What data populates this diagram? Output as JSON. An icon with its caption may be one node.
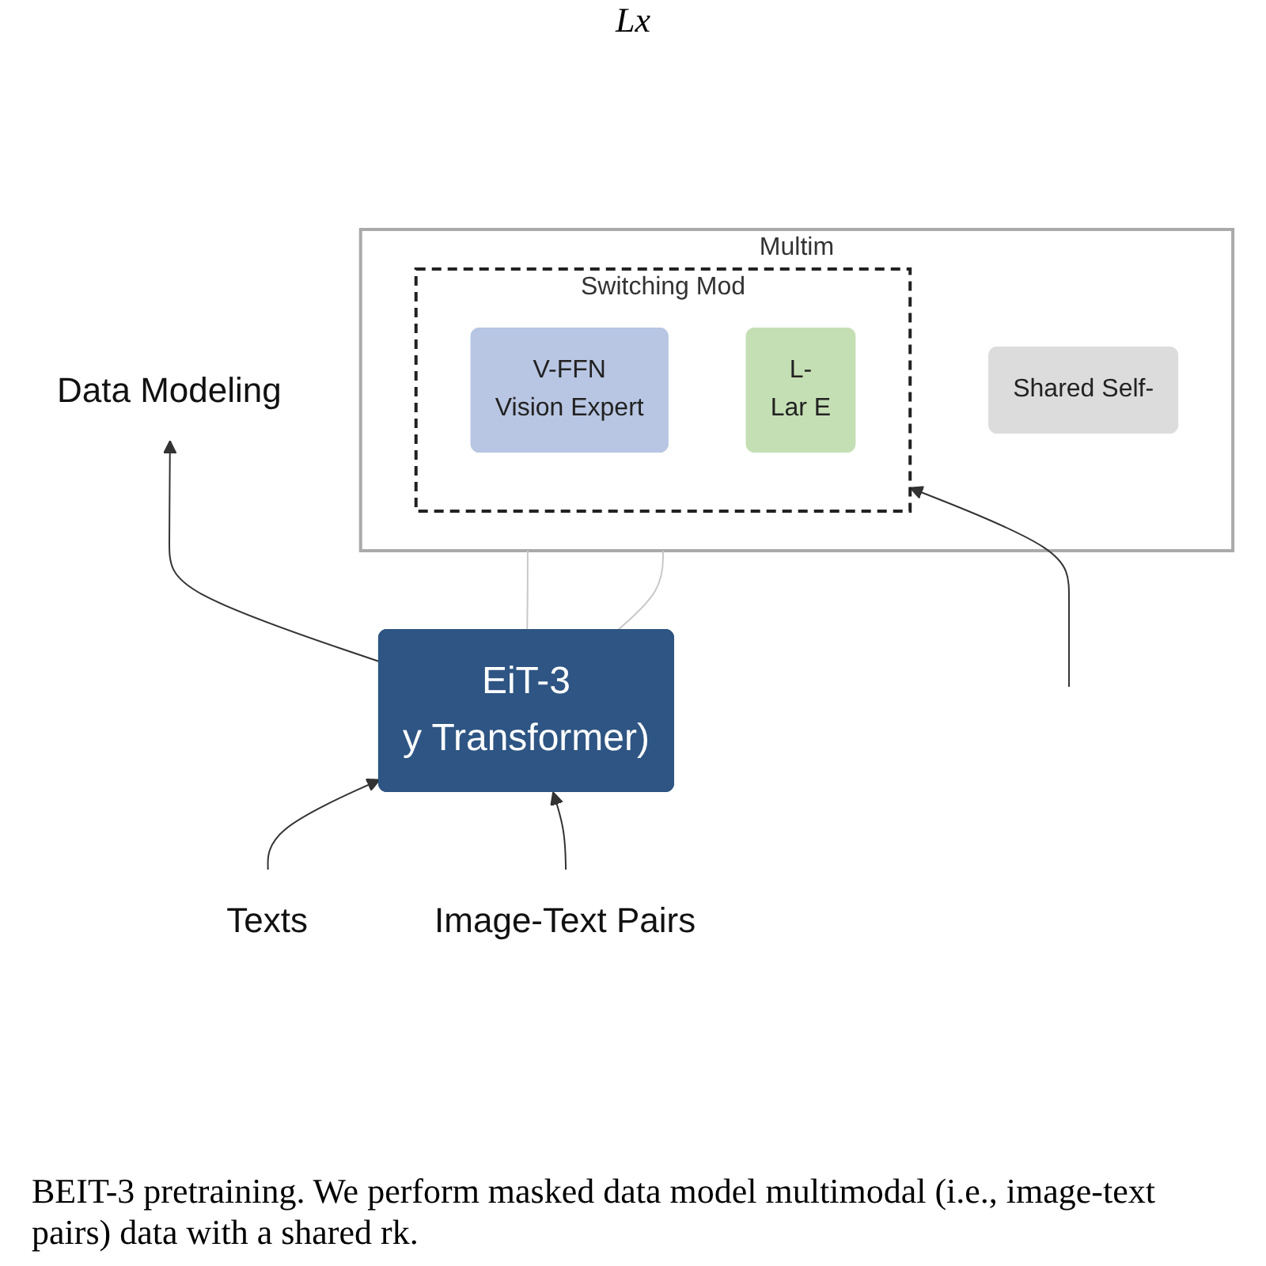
{
  "diagram": {
    "caption": "BEIT-3 pretraining. We perform masked data model multimodal (i.e., image-text pairs) data with a shared rk.",
    "nodes": [
      {
        "text": [
          "Data Modeling"
        ]
      },
      {
        "text": [
          "EiT-3",
          "y Transformer)"
        ]
      },
      {
        "text": [
          "Texts"
        ]
      },
      {
        "text": [
          "Image-Text Pairs"
        ]
      },
      {
        "text": [
          "Multim"
        ]
      },
      {
        "text": [
          "Switching Mod"
        ],
        "in": 4
      },
      {
        "text": [
          "V-FFN",
          "Vision Expert"
        ],
        "in": 5
      },
      {
        "text": [
          "L-",
          "Lar E"
        ],
        "in": 5
      },
      {
        "text": [
          "Shared Self-"
        ],
        "in": 4
      }
    ],
    "edges": [
      {
        "from": 1,
        "to": 0,
        "arrow": "to"
      },
      {
        "from": 2,
        "to": 1,
        "arrow": "to"
      },
      {
        "from": 3,
        "to": 1,
        "arrow": "to"
      },
      {
        "from": 1,
        "to": 4,
        "arrow": "none",
        "color": "#c8c8c8"
      },
      {
        "from": 1,
        "to": 4,
        "arrow": "none",
        "color": "#c8c8c8"
      },
      {
        "from": null,
        "to": 5,
        "arrow": "to"
      }
    ],
    "labels": [
      "Lx"
    ]
  }
}
